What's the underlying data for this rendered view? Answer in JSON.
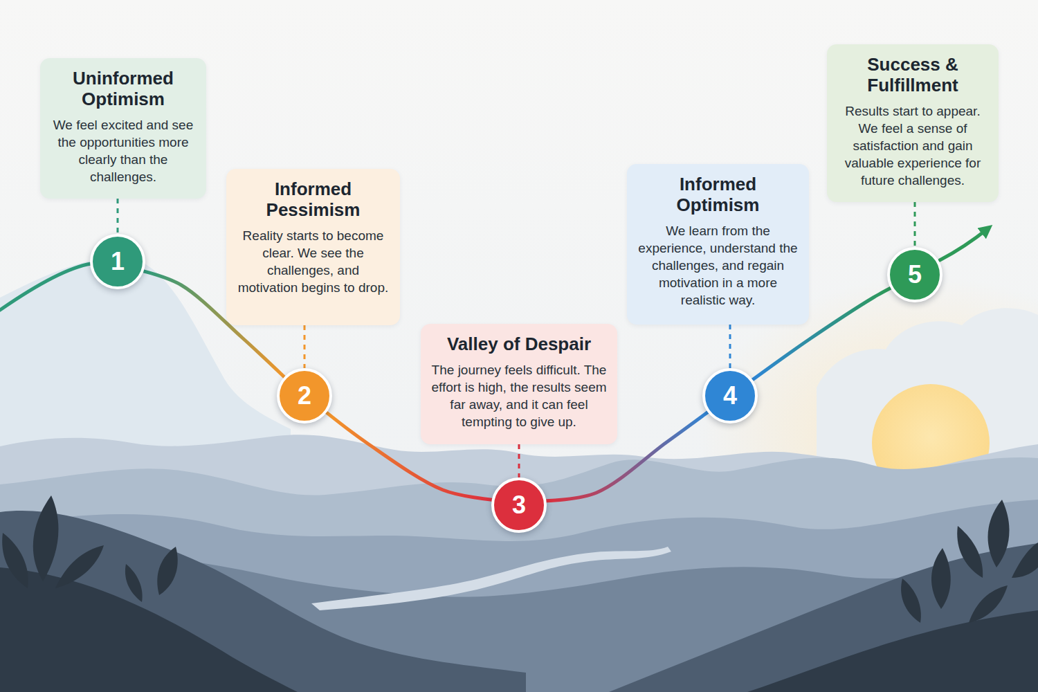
{
  "diagram": {
    "nodes": [
      {
        "text": [
          "Uninformed Optimism",
          "We feel excited and see the opportunities more clearly than the challenges."
        ]
      },
      {
        "text": [
          "1"
        ]
      },
      {
        "text": [
          "Informed Pessimism",
          "Reality starts to become clear. We see the challenges, and motivation begins to drop."
        ]
      },
      {
        "text": [
          "2"
        ]
      },
      {
        "text": [
          "Valley of Despair",
          "The journey feels difficult. The effort is high, the results seem far away, and it can feel tempting to give up."
        ]
      },
      {
        "text": [
          "3"
        ]
      },
      {
        "text": [
          "Informed Optimism",
          "We learn from the experience, understand the challenges, and regain motivation in a more realistic way."
        ]
      },
      {
        "text": [
          "4"
        ]
      },
      {
        "text": [
          "Success & Fulfillment",
          "Results start to appear. We feel a sense of satisfaction and gain valuable experience for future challenges."
        ]
      },
      {
        "text": [
          "5"
        ]
      }
    ],
    "edges": [
      {
        "from": 0,
        "to": 1,
        "arrow": "none"
      },
      {
        "from": 2,
        "to": 3,
        "arrow": "none"
      },
      {
        "from": 4,
        "to": 5,
        "arrow": "none"
      },
      {
        "from": 6,
        "to": 7,
        "arrow": "none"
      },
      {
        "from": 8,
        "to": 9,
        "arrow": "none"
      },
      {
        "from": 1,
        "to": 3,
        "arrow": "none"
      },
      {
        "from": 3,
        "to": 5,
        "arrow": "none"
      },
      {
        "from": 5,
        "to": 7,
        "arrow": "none"
      },
      {
        "from": 7,
        "to": 9,
        "arrow": "none"
      }
    ]
  }
}
